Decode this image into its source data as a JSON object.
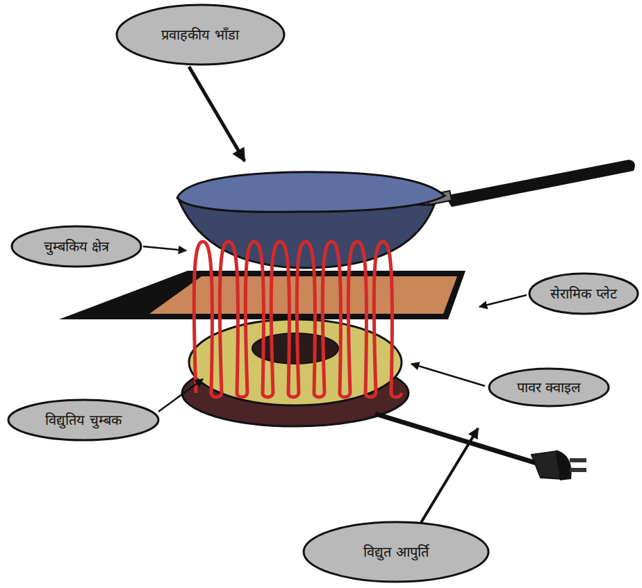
{
  "diagram": {
    "nodes": [
      {
        "text": [
          "प्रवाहकीय भाँडा"
        ]
      },
      {
        "text": [
          "चुम्बकिय क्षेत्र"
        ]
      },
      {
        "text": [
          "सेरामिक प्लेट"
        ]
      },
      {
        "text": [
          "पावर क्वाइल"
        ]
      },
      {
        "text": [
          "विद्युतिय चुम्बक"
        ]
      },
      {
        "text": [
          "विद्युत आपुर्ति"
        ]
      }
    ]
  }
}
